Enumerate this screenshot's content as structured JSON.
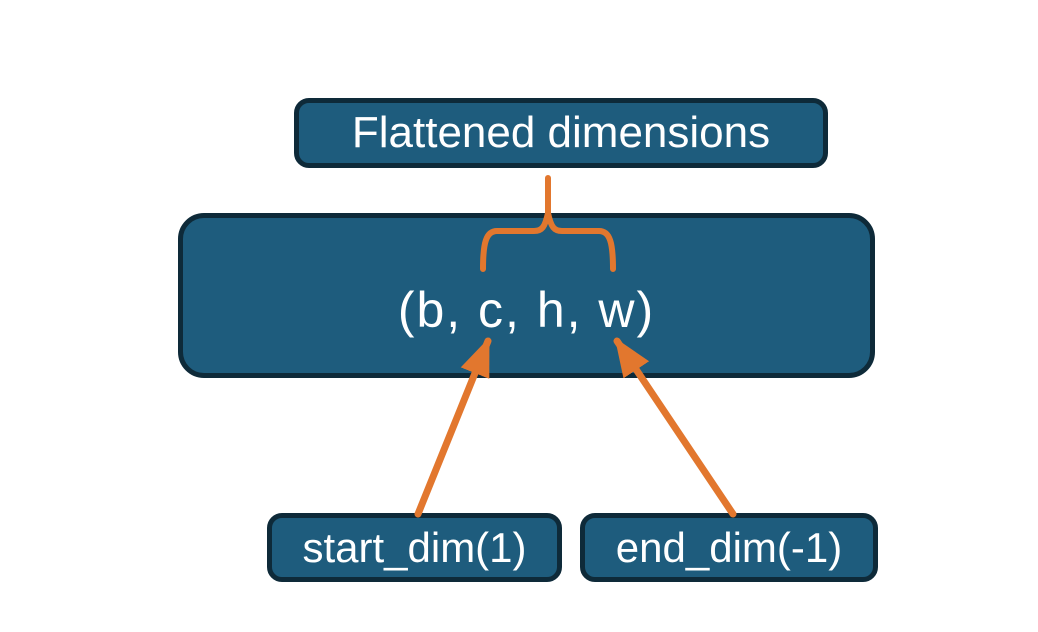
{
  "diagram": {
    "top_box": {
      "label": "Flattened dimensions"
    },
    "main_box": {
      "label": "(b, c, h, w)"
    },
    "bottom_boxes": [
      {
        "label": "start_dim(1)"
      },
      {
        "label": "end_dim(-1)"
      }
    ]
  },
  "colors": {
    "box_fill": "#1e5c7d",
    "box_border": "#0e2a39",
    "accent_orange": "#e2772e",
    "text_color": "#ffffff",
    "bg_color": "#ffffff"
  }
}
